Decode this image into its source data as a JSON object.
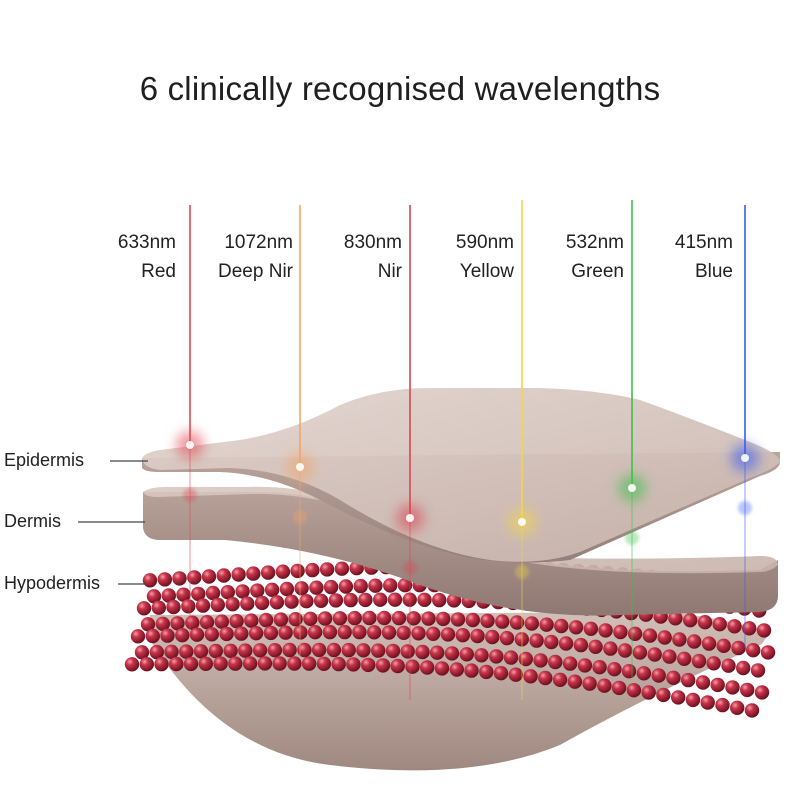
{
  "title": "6 clinically recognised wavelengths",
  "wavelengths": [
    {
      "nm": "633nm",
      "name": "Red",
      "color": "#e04a55"
    },
    {
      "nm": "1072nm",
      "name": "Deep Nir",
      "color": "#f3a56a"
    },
    {
      "nm": "830nm",
      "name": "Nir",
      "color": "#d94552"
    },
    {
      "nm": "590nm",
      "name": "Yellow",
      "color": "#f1d64a"
    },
    {
      "nm": "532nm",
      "name": "Green",
      "color": "#3cc04a"
    },
    {
      "nm": "415nm",
      "name": "Blue",
      "color": "#3a5cf0"
    }
  ],
  "layers": {
    "epidermis": "Epidermis",
    "dermis": "Dermis",
    "hypodermis": "Hypodermis"
  },
  "colors": {
    "skin_top": "#c9b6ae",
    "skin_mid": "#a89189",
    "hypodermis_bead": "#b5243a",
    "text": "#222222"
  }
}
